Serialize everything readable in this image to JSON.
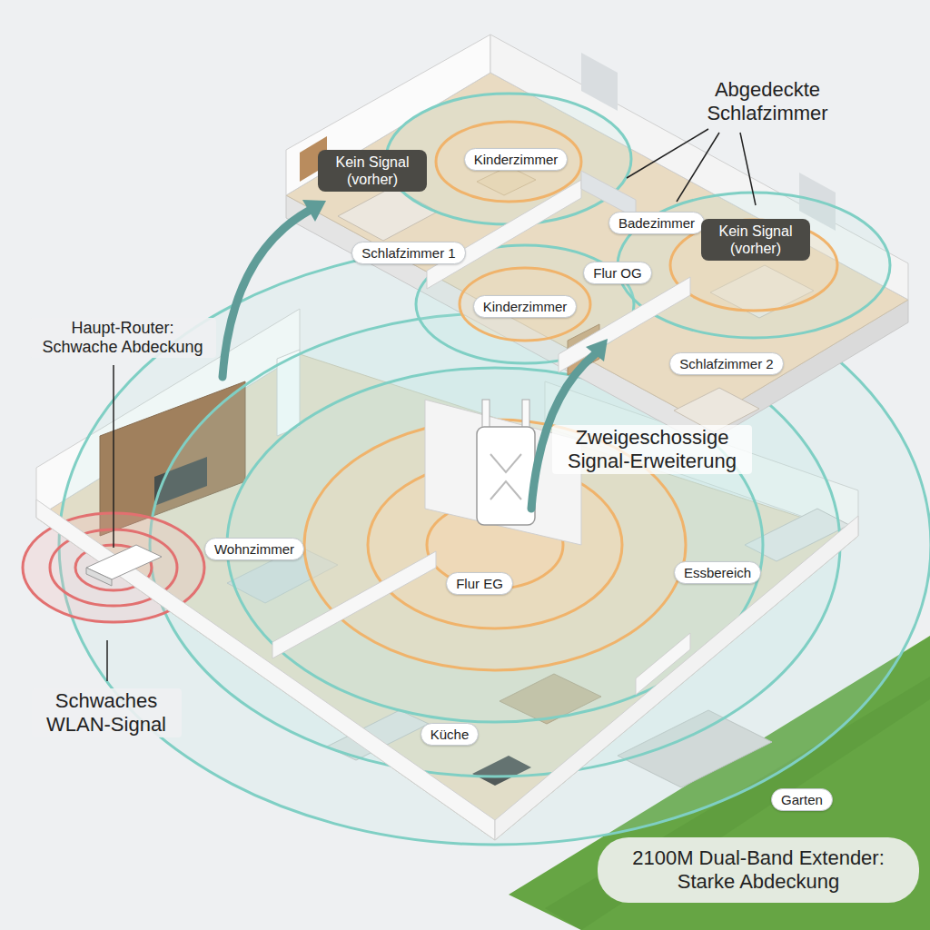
{
  "diagram": {
    "nodes": [
      {
        "text": [
          "Kein Signal (vorher)"
        ]
      },
      {
        "text": [
          "Kinderzimmer"
        ]
      },
      {
        "text": [
          "Schlafzimmer 1"
        ]
      },
      {
        "text": [
          "Badezimmer"
        ]
      },
      {
        "text": [
          "Kein Signal (vorher)"
        ]
      },
      {
        "text": [
          "Flur OG"
        ]
      },
      {
        "text": [
          "Kinderzimmer"
        ]
      },
      {
        "text": [
          "Schlafzimmer 2"
        ]
      },
      {
        "text": [
          "Wohnzimmer"
        ]
      },
      {
        "text": [
          "Flur EG"
        ]
      },
      {
        "text": [
          "Essbereich"
        ]
      },
      {
        "text": [
          "Küche"
        ]
      },
      {
        "text": [
          "Garten"
        ]
      },
      {
        "text": [
          "2100M Dual-Band Extender: Starke Abdeckung"
        ]
      }
    ],
    "labels": [
      "Abgedeckte Schlafzimmer",
      "Haupt-Router: Schwache Abdeckung",
      "Zweigeschossige Signal-Erweiterung",
      "Schwaches WLAN-Signal"
    ]
  }
}
